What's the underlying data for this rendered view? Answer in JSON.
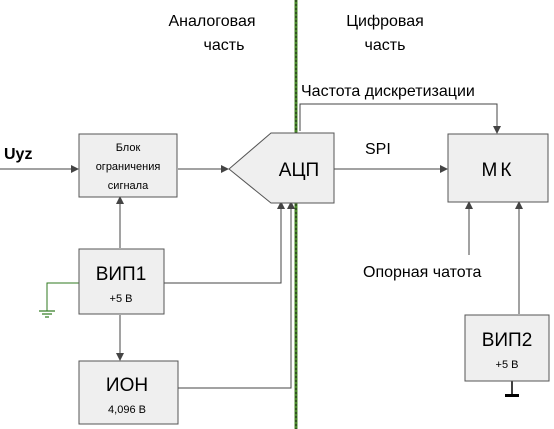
{
  "regions": {
    "analog_line1": "Аналоговая",
    "analog_line2": "часть",
    "digital_line1": "Цифровая",
    "digital_line2": "часть"
  },
  "signals": {
    "input": "Uyz",
    "sampling_freq": "Частота дискретизации",
    "spi": "SPI",
    "ref_freq": "Опорная чатота"
  },
  "blocks": {
    "limiter": {
      "line1": "Блок",
      "line2": "ограничения",
      "line3": "сигнала"
    },
    "adc": {
      "label": "АЦП"
    },
    "mcu": {
      "label": "МК"
    },
    "vip1": {
      "label": "ВИП1",
      "sub": "+5 В"
    },
    "ion": {
      "label": "ИОН",
      "sub": "4,096 В"
    },
    "vip2": {
      "label": "ВИП2",
      "sub": "+5 В"
    }
  },
  "colors": {
    "divider_green": "#4a8a2a",
    "divider_dark": "#1a1a1a",
    "box_fill": "#efefef",
    "box_stroke": "#555555"
  }
}
